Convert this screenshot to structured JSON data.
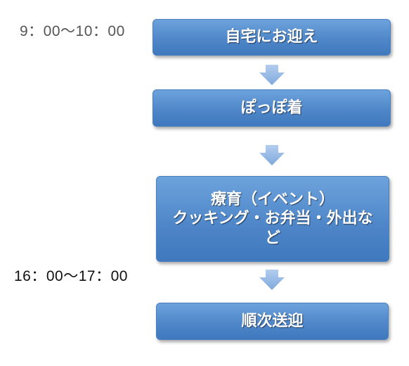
{
  "times": {
    "start": "9：00〜10：00",
    "end": "16：00〜17：00"
  },
  "steps": [
    {
      "label": "自宅にお迎え"
    },
    {
      "label": "ぽっぽ着"
    },
    {
      "label": "療育（イベント）\nクッキング・お弁当・外出など"
    },
    {
      "label": "順次送迎"
    }
  ],
  "colors": {
    "box_fill": "#4f87c9",
    "arrow_fill": "#93b9e3",
    "text": "#ffffff"
  }
}
